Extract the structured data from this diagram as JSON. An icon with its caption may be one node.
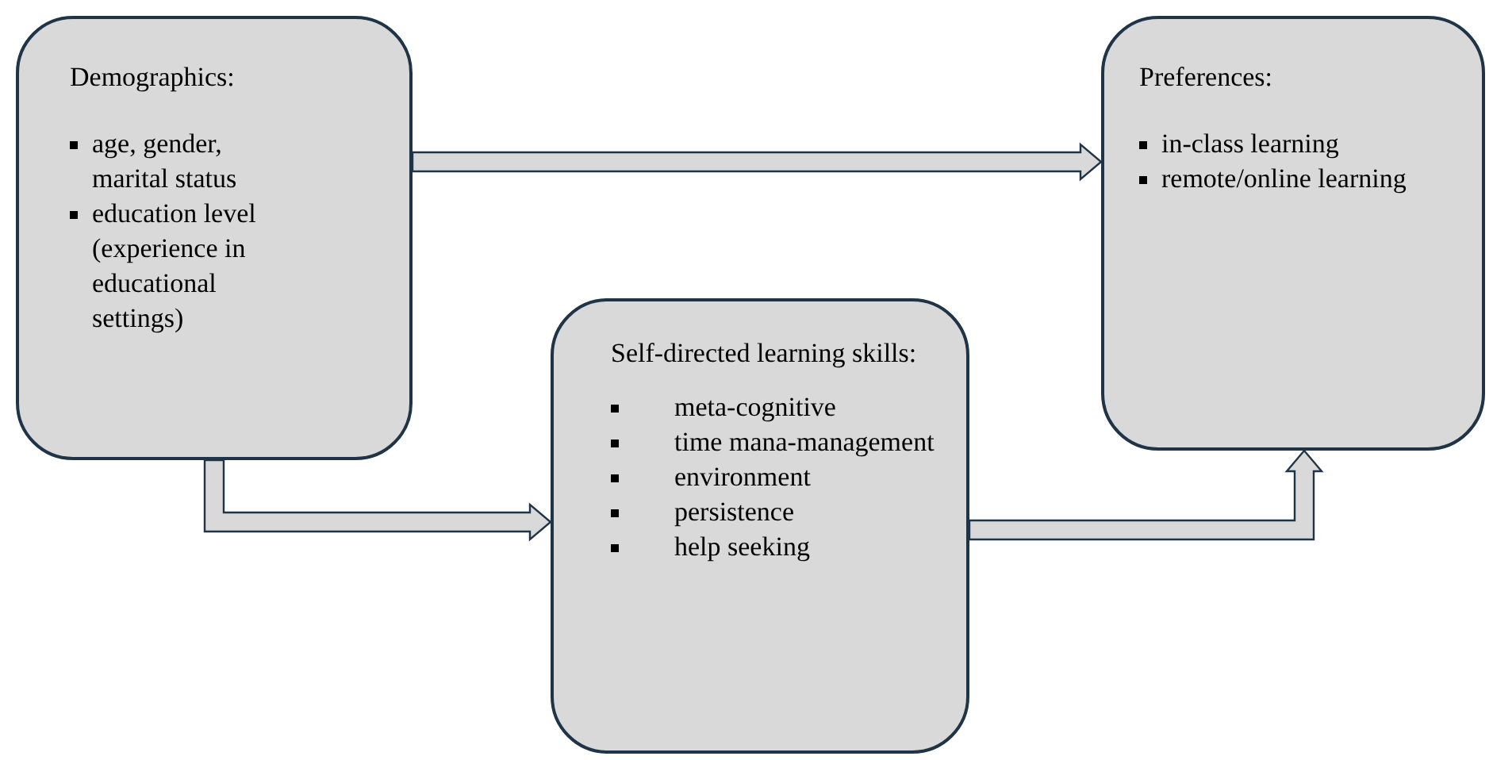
{
  "diagram": {
    "nodes": [
      {
        "text": [
          "Demographics:",
          "age, gender, marital status",
          "education level (experience in educational settings)"
        ]
      },
      {
        "text": [
          "Self-directed learning skills:",
          "meta-cognitive",
          "time mana-management",
          "environment",
          "persistence",
          "help seeking"
        ]
      },
      {
        "text": [
          "Preferences:",
          "in-class learning",
          "remote/online learning"
        ]
      }
    ],
    "edges": [
      {
        "from": 0,
        "to": 2,
        "arrow": "to"
      },
      {
        "from": 0,
        "to": 1,
        "arrow": "to"
      },
      {
        "from": 1,
        "to": 2,
        "arrow": "to"
      }
    ]
  }
}
